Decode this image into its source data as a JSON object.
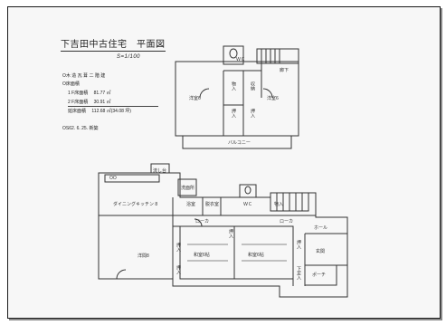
{
  "sheet": {
    "title": "下吉田中古住宅　平面図",
    "scale": "S=1/100",
    "info": {
      "structure": "O木 造 瓦 葺 二 階 建",
      "floor_area_label": "O床面積",
      "floor1": "1 F床面積　 81.77 ㎡",
      "floor2": "2 F床面積　 30.91 ㎡",
      "total": "延床面積　 112.68 ㎡(34.08 坪)",
      "built": "OS62. 6. 25. 新築"
    }
  },
  "floor2_labels": {
    "room_left": "洋室6",
    "room_right": "洋室6",
    "toilet": "ＷＣ",
    "upstairs_left": "押入",
    "upstairs_right": "押入",
    "hall": "廊下",
    "closet": "物入",
    "storage": "収納",
    "balcony": "バルコニー"
  },
  "floor1_labels": {
    "dining": "ダイニングキッチン 8",
    "washroom": "洗面所",
    "bath": "浴室",
    "changing": "脱衣室",
    "toilet": "ＷＣ",
    "corridor": "ローカ",
    "corridor_right": "ローカ",
    "hall": "ホール",
    "closet": "物入",
    "western_room": "洋間8",
    "japanese_room1": "和室6帖",
    "japanese_room2": "和室6帖",
    "entrance": "玄関",
    "porch": "ポーチ",
    "shoe_closet": "下足入",
    "oshiire1": "押入",
    "oshiire2": "押入",
    "oshiire3": "押入",
    "oshiire4": "押入",
    "kitchen_unit": "流し台",
    "cooktop": "OO"
  }
}
